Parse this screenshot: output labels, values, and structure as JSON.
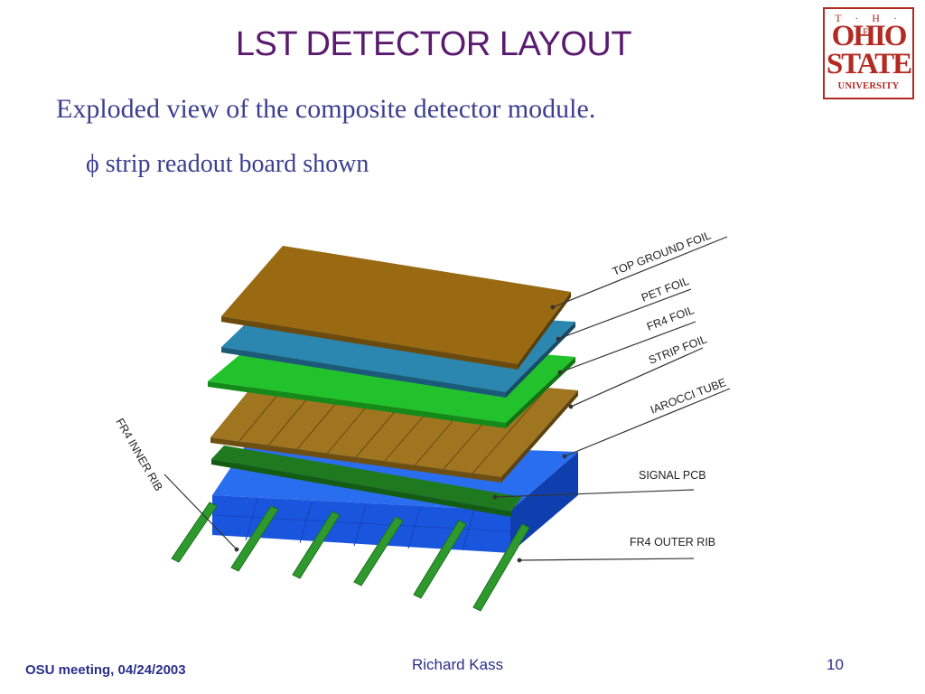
{
  "slide": {
    "title": "LST DETECTOR LAYOUT",
    "subtitle": "Exploded view of the composite detector module.",
    "bullet": "ϕ strip readout board shown"
  },
  "logo": {
    "line_the": "T · H · E",
    "line_ohio": "OHIO",
    "line_state": "STATE",
    "line_university": "UNIVERSITY"
  },
  "diagram": {
    "labels": {
      "top_ground_foil": "TOP GROUND FOIL",
      "pet_foil": "PET FOIL",
      "fr4_foil": "FR4 FOIL",
      "strip_foil": "STRIP FOIL",
      "iarocci_tube": "IAROCCI TUBE",
      "signal_pcb": "SIGNAL PCB",
      "fr4_outer_rib": "FR4 OUTER RIB",
      "fr4_inner_rib": "FR4 INNER RIB"
    },
    "colors": {
      "ground_foil": "#9a6a12",
      "pet_foil": "#2c87b0",
      "fr4_foil": "#22c22c",
      "iarocci_tube": "#a07520",
      "signal_pcb": "#1f7a1f",
      "outer_rib_base": "#1a55dd",
      "ribs": "#2e9a2e"
    }
  },
  "footer": {
    "meeting": "OSU meeting, 04/24/2003",
    "author": "Richard Kass",
    "page": "10"
  }
}
